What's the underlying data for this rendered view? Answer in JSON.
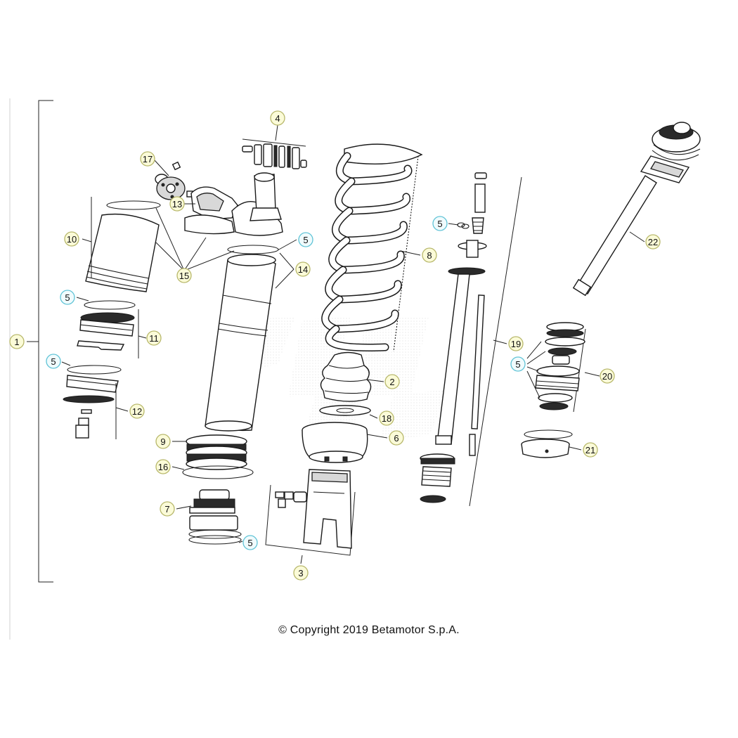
{
  "copyright": "© Copyright 2019 Betamotor S.p.A.",
  "colors": {
    "callout_yellow_fill": "#fbfbd8",
    "callout_yellow_stroke": "#b7b76a",
    "callout_blue_fill": "#f0fbfd",
    "callout_blue_stroke": "#5fc3d6",
    "line": "#1a1a1a"
  },
  "callouts": [
    {
      "label": "1",
      "style": "yellow"
    },
    {
      "label": "2",
      "style": "yellow"
    },
    {
      "label": "3",
      "style": "yellow"
    },
    {
      "label": "4",
      "style": "yellow"
    },
    {
      "label": "5",
      "style": "blue"
    },
    {
      "label": "5",
      "style": "blue"
    },
    {
      "label": "5",
      "style": "blue"
    },
    {
      "label": "5",
      "style": "blue"
    },
    {
      "label": "5",
      "style": "blue"
    },
    {
      "label": "5",
      "style": "blue"
    },
    {
      "label": "6",
      "style": "yellow"
    },
    {
      "label": "7",
      "style": "yellow"
    },
    {
      "label": "8",
      "style": "yellow"
    },
    {
      "label": "9",
      "style": "yellow"
    },
    {
      "label": "10",
      "style": "yellow"
    },
    {
      "label": "11",
      "style": "yellow"
    },
    {
      "label": "12",
      "style": "yellow"
    },
    {
      "label": "13",
      "style": "yellow"
    },
    {
      "label": "14",
      "style": "yellow"
    },
    {
      "label": "15",
      "style": "yellow"
    },
    {
      "label": "16",
      "style": "yellow"
    },
    {
      "label": "17",
      "style": "yellow"
    },
    {
      "label": "18",
      "style": "yellow"
    },
    {
      "label": "19",
      "style": "yellow"
    },
    {
      "label": "20",
      "style": "yellow"
    },
    {
      "label": "21",
      "style": "yellow"
    },
    {
      "label": "22",
      "style": "yellow"
    }
  ]
}
